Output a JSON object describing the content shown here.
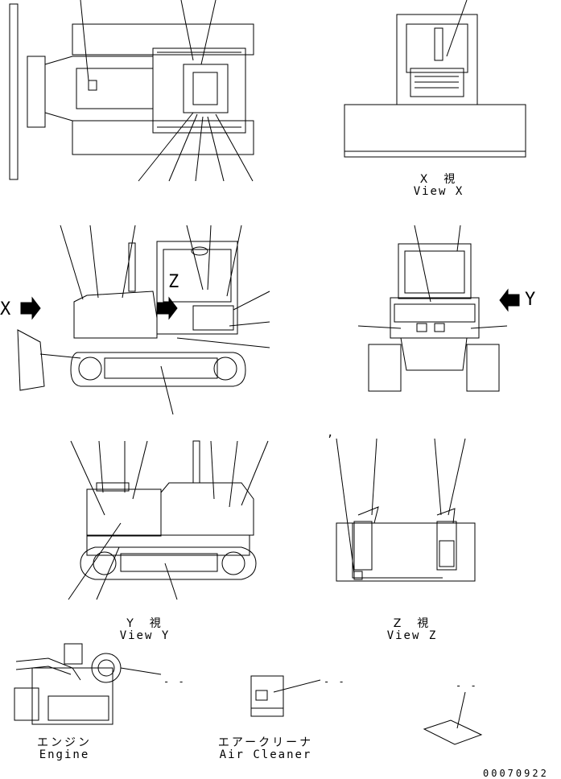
{
  "views": {
    "x": {
      "jp": "X　視",
      "en": "View X"
    },
    "y": {
      "jp": "Y　視",
      "en": "View Y"
    },
    "z": {
      "jp": "Z　視",
      "en": "View Z"
    }
  },
  "markers": {
    "x": "X",
    "y": "Y",
    "z": "Z",
    "comma": ","
  },
  "parts": {
    "engine": {
      "jp": "エンジン",
      "en": "Engine"
    },
    "air_cleaner": {
      "jp": "エアークリーナ",
      "en": "Air Cleaner"
    }
  },
  "dashes": [
    "- -",
    "- -",
    "- -"
  ],
  "drawing_number": "00070922"
}
